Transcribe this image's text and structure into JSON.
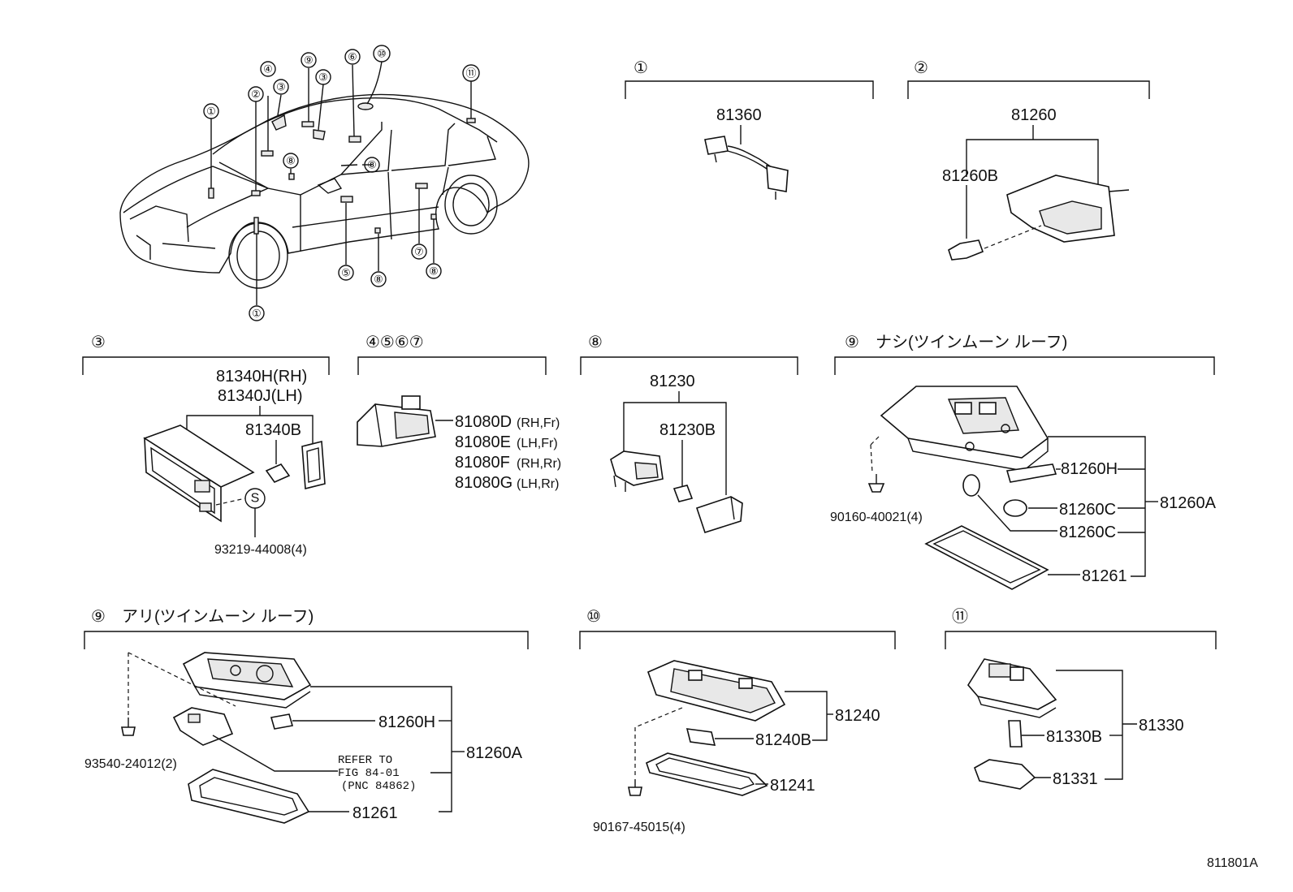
{
  "car_callouts": [
    "①",
    "②",
    "③",
    "④",
    "⑤",
    "⑥",
    "⑦",
    "⑧",
    "⑨",
    "⑩",
    "⑪"
  ],
  "sections": {
    "s1": {
      "header": "①",
      "part": "81360"
    },
    "s2": {
      "header": "②",
      "parts": [
        "81260",
        "81260B"
      ]
    },
    "s3": {
      "header": "③",
      "parts": [
        "81340H(RH)",
        "81340J(LH)",
        "81340B"
      ],
      "symbol": "S",
      "fastener": "93219-44008(4)"
    },
    "s4": {
      "header": "④⑤⑥⑦",
      "parts": [
        "81080D",
        "81080E",
        "81080F",
        "81080G"
      ],
      "qualifiers": [
        "(RH,Fr)",
        "(LH,Fr)",
        "(RH,Rr)",
        "(LH,Rr)"
      ]
    },
    "s8": {
      "header": "⑧",
      "parts": [
        "81230",
        "81230B"
      ]
    },
    "s9a": {
      "header": "⑨",
      "title": "ナシ(ツインムーン ルーフ)",
      "parts": [
        "81260H",
        "81260C",
        "81260C",
        "81260A",
        "81261"
      ],
      "fastener": "90160-40021(4)"
    },
    "s9b": {
      "header": "⑨",
      "title": "アリ(ツインムーン ルーフ)",
      "parts": [
        "81260H",
        "81260A",
        "81261"
      ],
      "fastener": "93540-24012(2)",
      "refer": [
        "REFER TO",
        "FIG 84-01",
        "(PNC 84862)"
      ]
    },
    "s10": {
      "header": "⑩",
      "parts": [
        "81240",
        "81240B",
        "81241"
      ],
      "fastener": "90167-45015(4)"
    },
    "s11": {
      "header": "⑪",
      "parts": [
        "81330",
        "81330B",
        "81331"
      ]
    }
  },
  "figure_id": "811801A"
}
